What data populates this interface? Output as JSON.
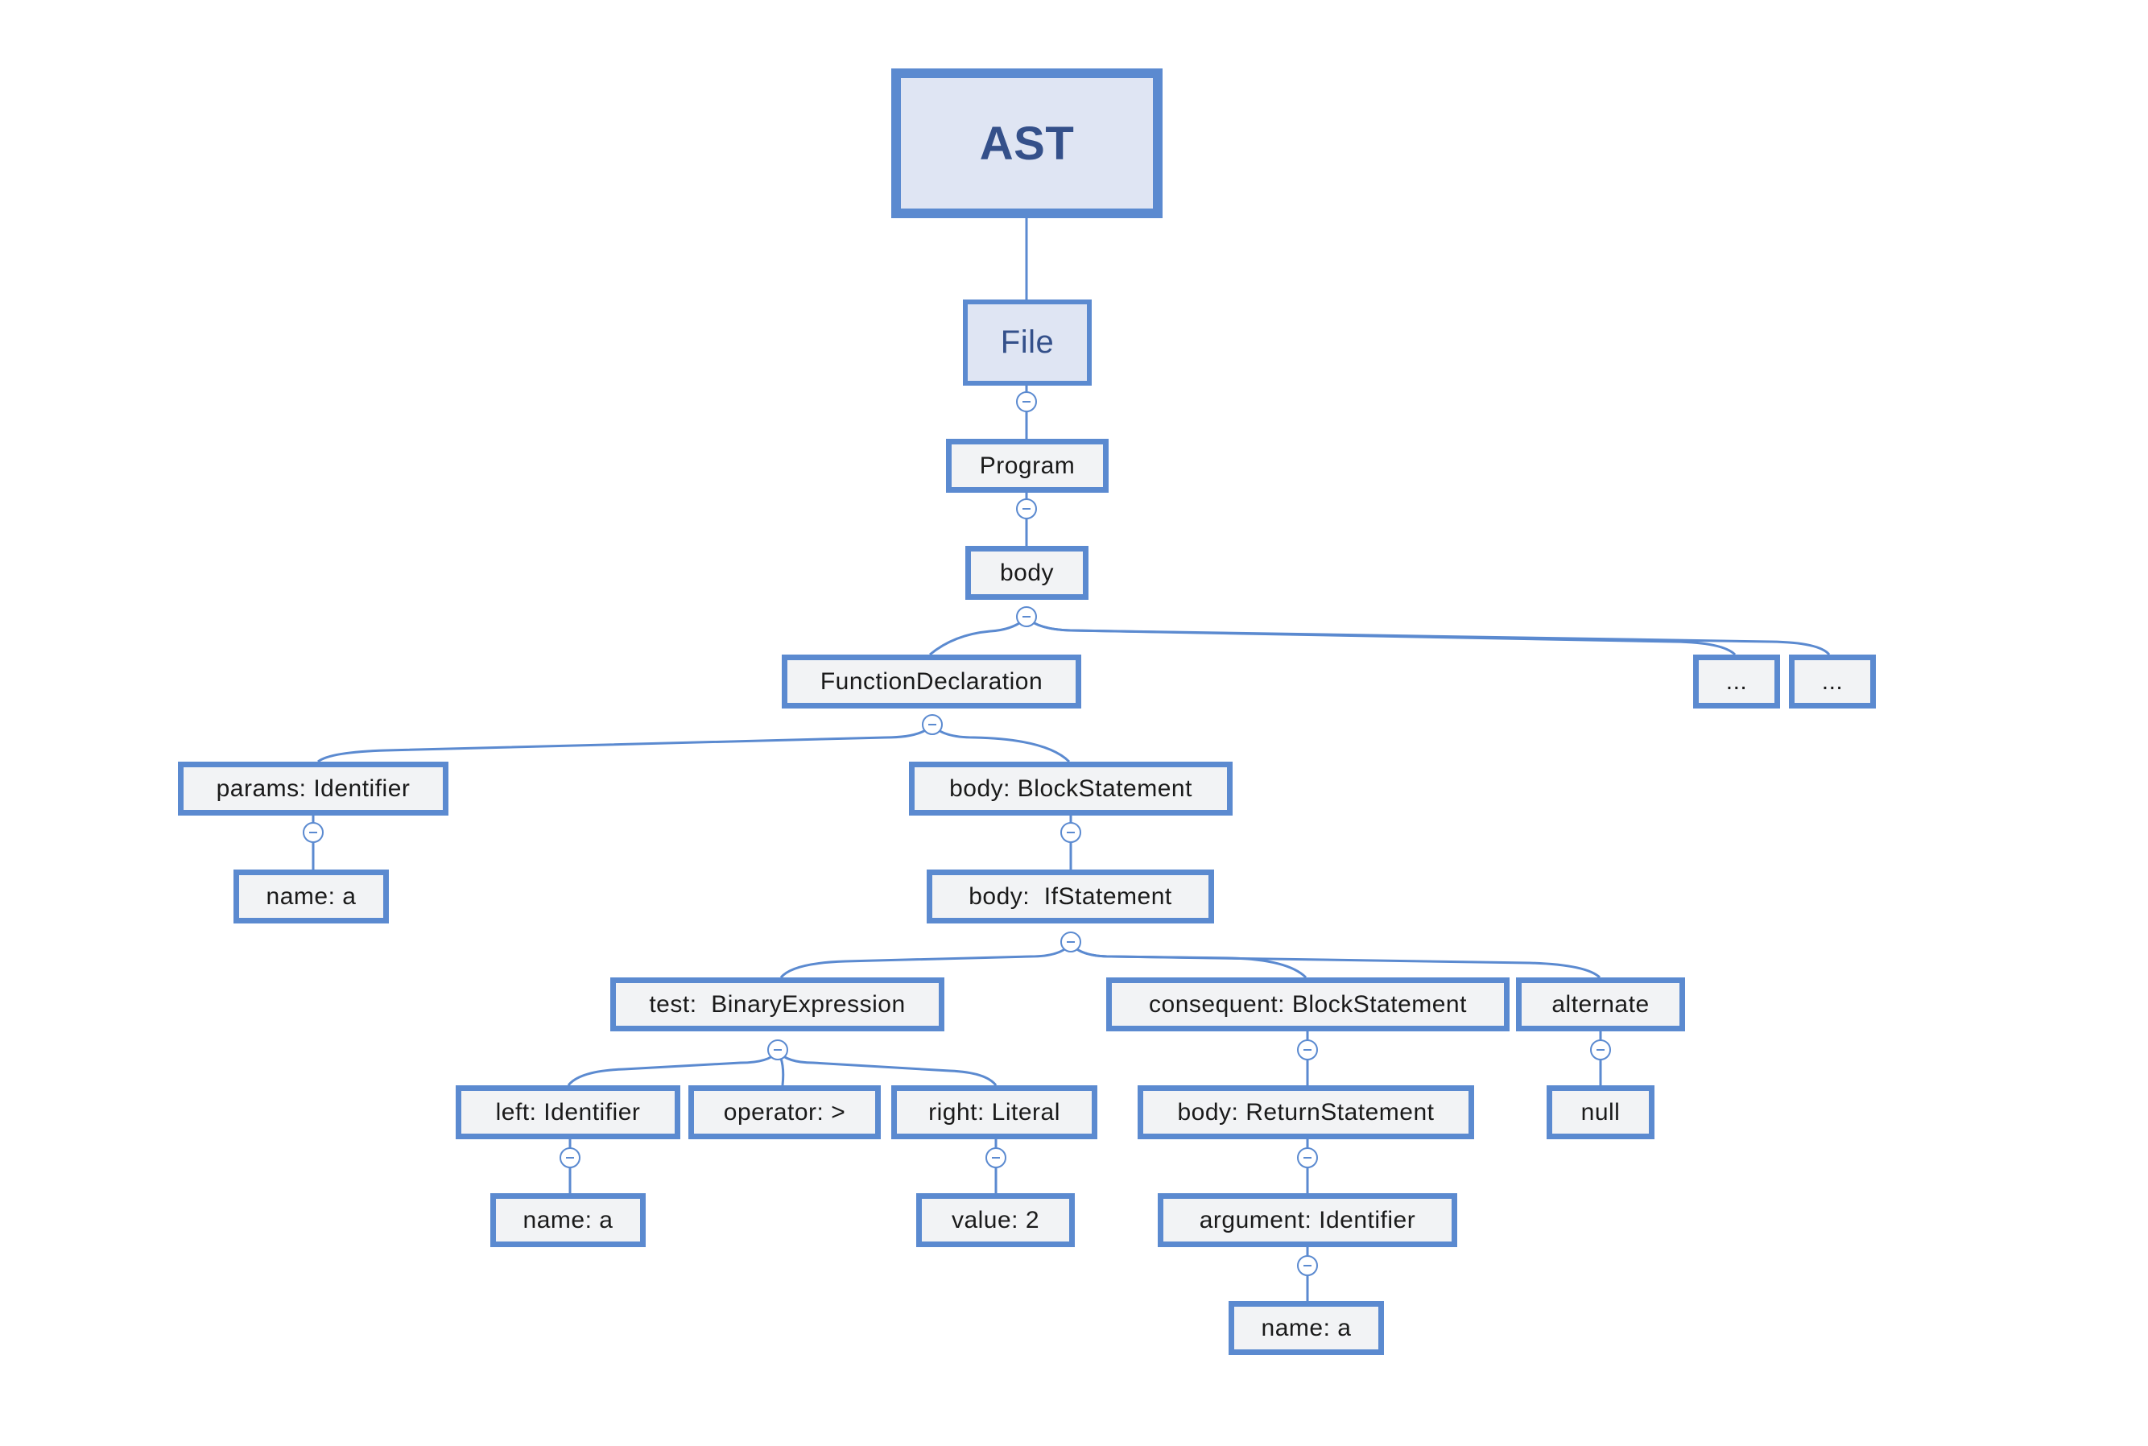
{
  "nodes": {
    "ast": "AST",
    "file": "File",
    "program": "Program",
    "body": "body",
    "function_declaration": "FunctionDeclaration",
    "ellipsis_1": "...",
    "ellipsis_2": "...",
    "params": "params: Identifier",
    "params_name": "name: a",
    "function_body": "body: BlockStatement",
    "if_statement": "body:  IfStatement",
    "test": "test:  BinaryExpression",
    "consequent": "consequent: BlockStatement",
    "alternate": "alternate",
    "left": "left: Identifier",
    "operator": "operator: >",
    "right": "right: Literal",
    "return_statement": "body: ReturnStatement",
    "null": "null",
    "left_name": "name: a",
    "right_value": "value: 2",
    "argument": "argument: Identifier",
    "argument_name": "name: a"
  },
  "colors": {
    "border": "#5b8ad0",
    "node_fill": "#f2f3f5",
    "root_fill": "#dfe5f3",
    "root_text": "#34508a"
  }
}
